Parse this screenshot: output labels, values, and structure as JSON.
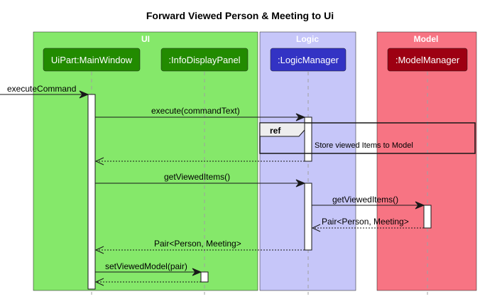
{
  "title": "Forward Viewed Person & Meeting to Ui",
  "colors": {
    "ui_box": "#85E86A",
    "logic_box": "#C6C6F9",
    "model_box": "#F77483",
    "mainwindow_participant": "#228B00",
    "infopanel_participant": "#228B00",
    "logicmanager_participant": "#3333C4",
    "modelmanager_participant": "#9D0012"
  },
  "boxes": {
    "ui": "UI",
    "logic": "Logic",
    "model": "Model"
  },
  "participants": {
    "main_window": "UiPart:MainWindow",
    "info_panel": ":InfoDisplayPanel",
    "logic_manager": ":LogicManager",
    "model_manager": ":ModelManager"
  },
  "messages": {
    "execute_command": "executeCommand",
    "execute": "execute(commandText)",
    "get_viewed_items_logic": "getViewedItems()",
    "get_viewed_items_model": "getViewedItems()",
    "return_pair_model": "Pair<Person, Meeting>",
    "return_pair_logic": "Pair<Person, Meeting>",
    "set_viewed_model": "setViewedModel(pair)"
  },
  "ref": {
    "tag": "ref",
    "text": "Store viewed Items to Model"
  }
}
